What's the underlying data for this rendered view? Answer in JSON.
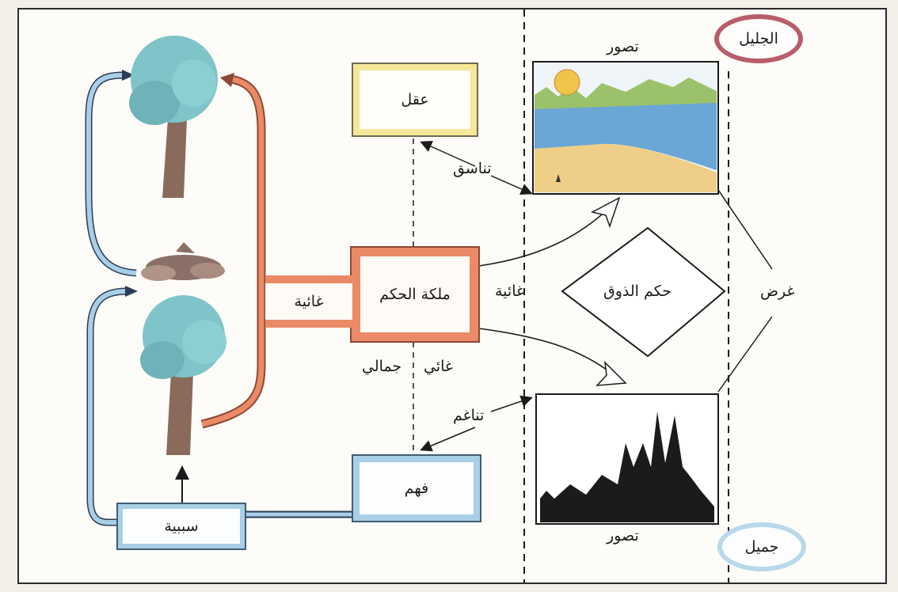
{
  "boxes": {
    "aql": "عقل",
    "malakat_al_hukm": "ملكة الحكم",
    "fahm": "فهم",
    "sababiya": "سببية",
    "ghaiya_band": "غائية"
  },
  "labels": {
    "tanasuq": "تناسق",
    "tanagum": "تناغم",
    "ghaiya_right": "غائية",
    "ghai": "غائي",
    "jamali": "جمالي",
    "hukm_al_dhawq": "حكم الذوق",
    "gharad": "غرض",
    "tasawwur_top": "تصور",
    "tasawwur_bottom": "تصور"
  },
  "ovals": {
    "jalil": "الجليل",
    "jamil": "جميل"
  },
  "colors": {
    "orange": "#ea8a66",
    "blue": "#a9cfe6",
    "yellow": "#f5e79a",
    "maroon": "#b85d6a",
    "tree_foliage": "#7fc4c8",
    "tree_trunk": "#8a6a5a"
  }
}
